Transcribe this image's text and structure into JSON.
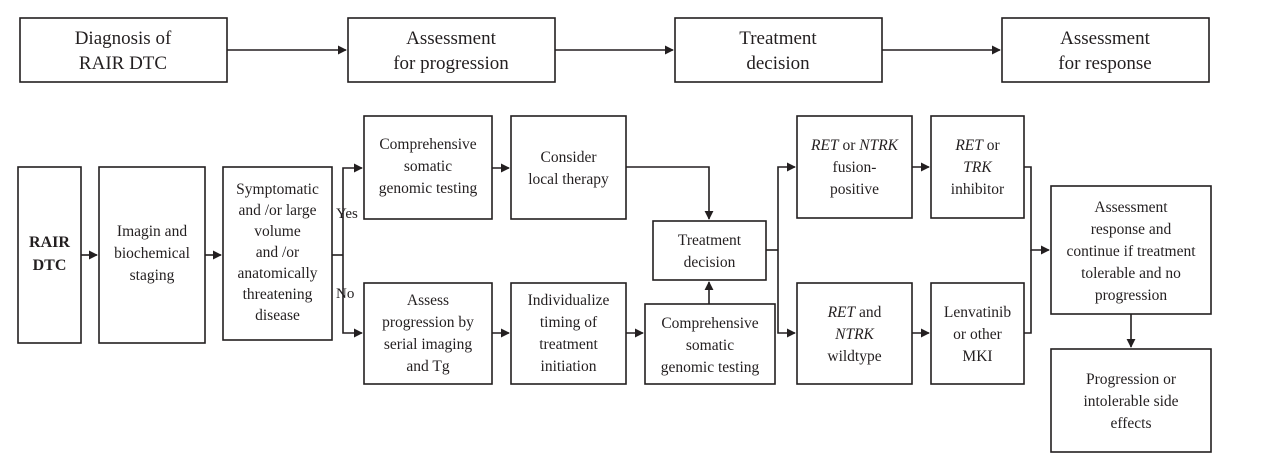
{
  "stages": {
    "diagnosis": [
      "Diagnosis of",
      "RAIR DTC"
    ],
    "progression": [
      "Assessment",
      "for progression"
    ],
    "treatment": [
      "Treatment",
      "decision"
    ],
    "response": [
      "Assessment",
      "for response"
    ]
  },
  "nodes": {
    "rair": [
      "RAIR",
      "DTC"
    ],
    "imaging": [
      "Imagin and",
      "biochemical",
      "staging"
    ],
    "symptomatic": [
      "Symptomatic",
      "and /or large",
      "volume",
      "and /or",
      "anatomically",
      "threatening",
      "disease"
    ],
    "comp_top": [
      "Comprehensive",
      "somatic",
      "genomic testing"
    ],
    "local": [
      "Consider",
      "local therapy"
    ],
    "assess_prog": [
      "Assess",
      "progression by",
      "serial imaging",
      "and Tg"
    ],
    "individualize": [
      "Individualize",
      "timing of",
      "treatment",
      "initiation"
    ],
    "treat_dec": [
      "Treatment",
      "decision"
    ],
    "comp_bottom": [
      "Comprehensive",
      "somatic",
      "genomic testing"
    ],
    "ret_fusion": {
      "line1": {
        "a": "RET",
        "b": " or ",
        "c": "NTRK"
      },
      "line2": "fusion-",
      "line3": "positive"
    },
    "ret_inhib": {
      "line1": {
        "a": "RET",
        "b": " or"
      },
      "line2": "TRK",
      "line3": "inhibitor"
    },
    "ret_wild": {
      "line1": {
        "a": "RET",
        "b": " and"
      },
      "line2": "NTRK",
      "line3": "wildtype"
    },
    "lenvatinib": [
      "Lenvatinib",
      "or other",
      "MKI"
    ],
    "assess_resp": [
      "Assessment",
      "response and",
      "continue if treatment",
      "tolerable and no",
      "progression"
    ],
    "progression": [
      "Progression or",
      "intolerable side",
      "effects"
    ]
  },
  "labels": {
    "yes": "Yes",
    "no": "No"
  }
}
